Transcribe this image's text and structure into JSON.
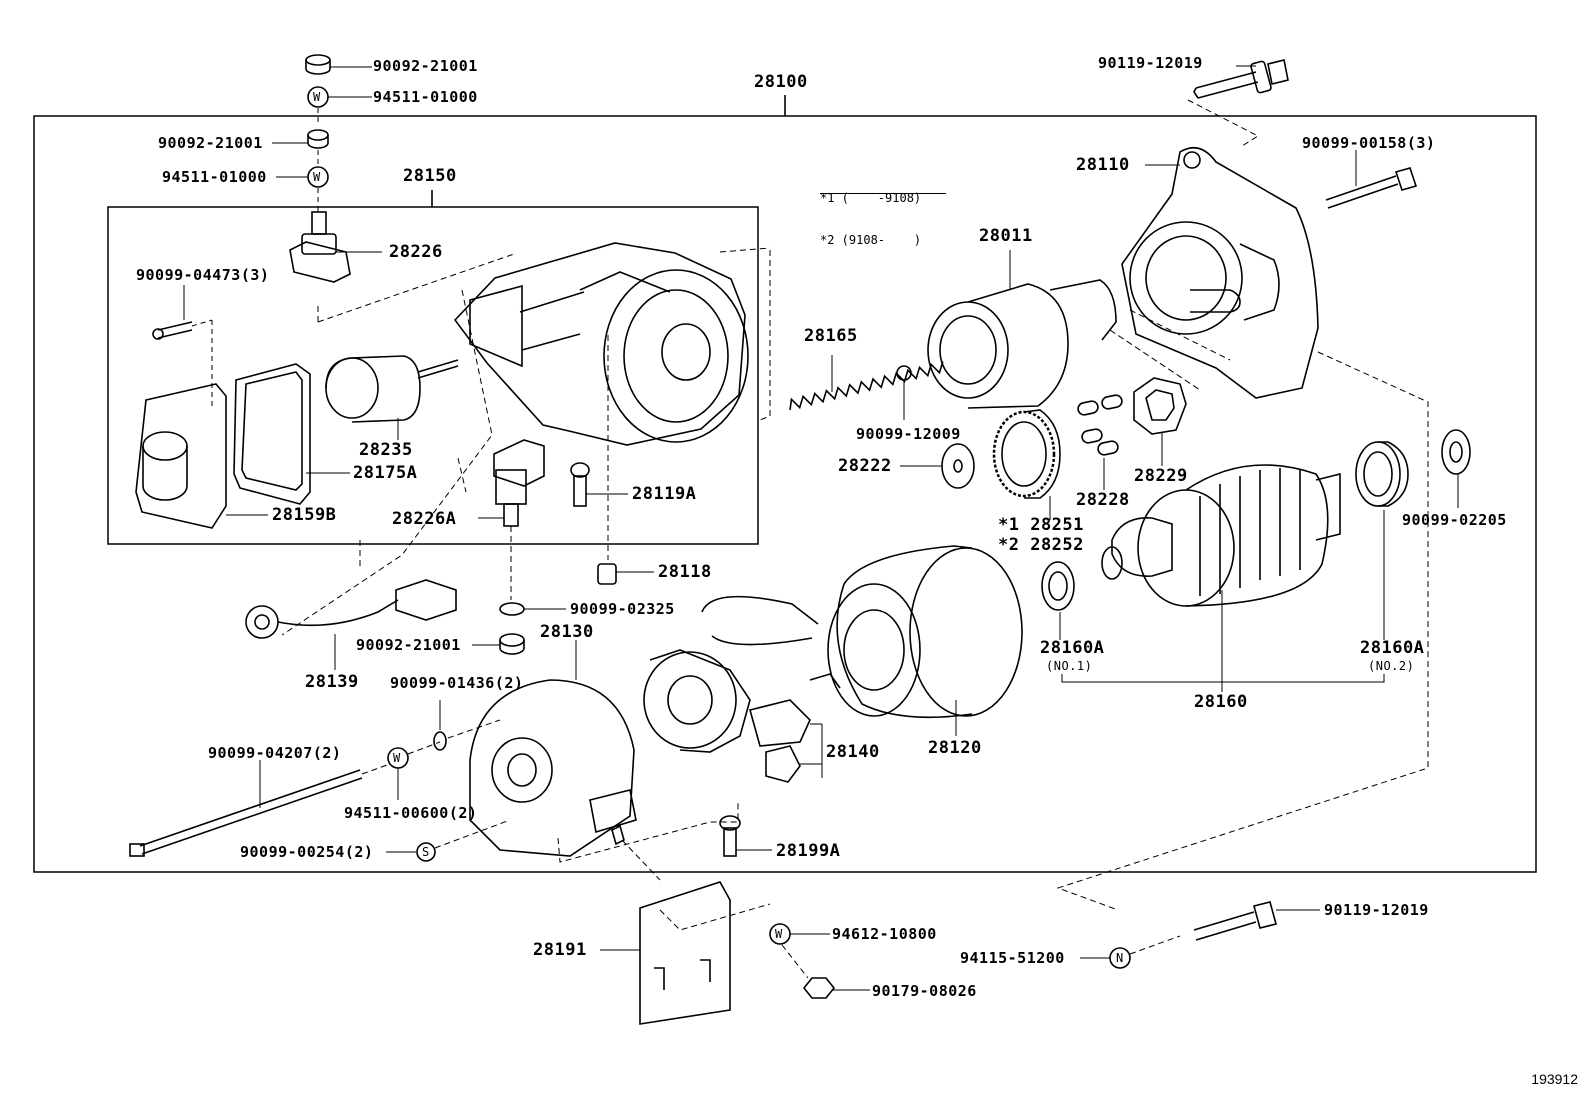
{
  "diagram": {
    "catalog_number": "193912",
    "assembly_note": {
      "line1": "*1 (    -9108)",
      "line2": "*2 (9108-    )"
    },
    "parts": {
      "p28100": "28100",
      "p28150": "28150",
      "p28110": "28110",
      "p28011": "28011",
      "p28165": "28165",
      "p28226": "28226",
      "p28235": "28235",
      "p28175A": "28175A",
      "p28159B": "28159B",
      "p28226A": "28226A",
      "p28119A": "28119A",
      "p28118": "28118",
      "p28222": "28222",
      "p28229": "28229",
      "p28228": "28228",
      "p28251": "*1 28251",
      "p28252": "*2 28252",
      "p28160A_1": "28160A",
      "p28160A_1_sub": "(NO.1)",
      "p28160A_2": "28160A",
      "p28160A_2_sub": "(NO.2)",
      "p28160": "28160",
      "p28130": "28130",
      "p28139": "28139",
      "p28140": "28140",
      "p28120": "28120",
      "p28199A": "28199A",
      "p28191": "28191",
      "b90092_21001_a": "90092-21001",
      "b94511_01000_a": "94511-01000",
      "b90092_21001_b": "90092-21001",
      "b94511_01000_b": "94511-01000",
      "b90099_04473": "90099-04473(3)",
      "b90119_12019_a": "90119-12019",
      "b90099_00158": "90099-00158(3)",
      "b90099_12009": "90099-12009",
      "b90099_02205": "90099-02205",
      "b90099_02325": "90099-02325",
      "b90092_21001_c": "90092-21001",
      "b90099_01436": "90099-01436(2)",
      "b90099_04207": "90099-04207(2)",
      "b94511_00600": "94511-00600(2)",
      "b90099_00254": "90099-00254(2)",
      "b94612_10800": "94612-10800",
      "b90179_08026": "90179-08026",
      "b94115_51200": "94115-51200",
      "b90119_12019_b": "90119-12019"
    },
    "symbols": {
      "washer": "W",
      "spring_washer": "S",
      "nut": "N"
    }
  }
}
